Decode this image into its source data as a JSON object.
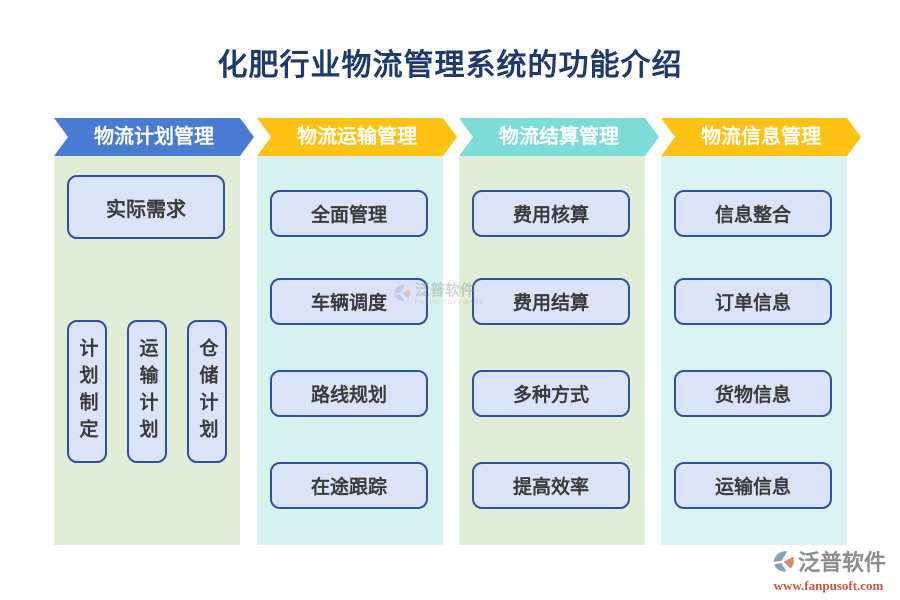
{
  "title": "化肥行业物流管理系统的功能介绍",
  "columns": [
    {
      "header": "物流计划管理",
      "header_color": "#4A7BD2",
      "panel_color": "#E1EDD4",
      "main_item": "实际需求",
      "sub_items": [
        "计划制定",
        "运输计划",
        "仓储计划"
      ]
    },
    {
      "header": "物流运输管理",
      "header_color": "#FFC113",
      "panel_color": "#D5F2EE",
      "items": [
        "全面管理",
        "车辆调度",
        "路线规划",
        "在途跟踪"
      ]
    },
    {
      "header": "物流结算管理",
      "header_color": "#7EDCD6",
      "panel_color": "#E1EDD4",
      "items": [
        "费用核算",
        "费用结算",
        "多种方式",
        "提高效率"
      ]
    },
    {
      "header": "物流信息管理",
      "header_color": "#FFC113",
      "panel_color": "#D9F4F1",
      "items": [
        "信息整合",
        "订单信息",
        "货物信息",
        "运输信息"
      ]
    }
  ],
  "watermark": {
    "brand": "泛普软件",
    "sub": "FANPU SOFTWARE"
  },
  "footer": {
    "brand": "泛普软件",
    "url": "www.fanpusoft.com"
  },
  "colors": {
    "title_text": "#1E3A6B",
    "box_bg": "#DAE3F8",
    "box_border": "#2F4FA0",
    "box_text": "#3A3A3A",
    "header_text": "#FFFFFF",
    "footer_brand": "#8C8C8C",
    "footer_url": "#D35442"
  }
}
